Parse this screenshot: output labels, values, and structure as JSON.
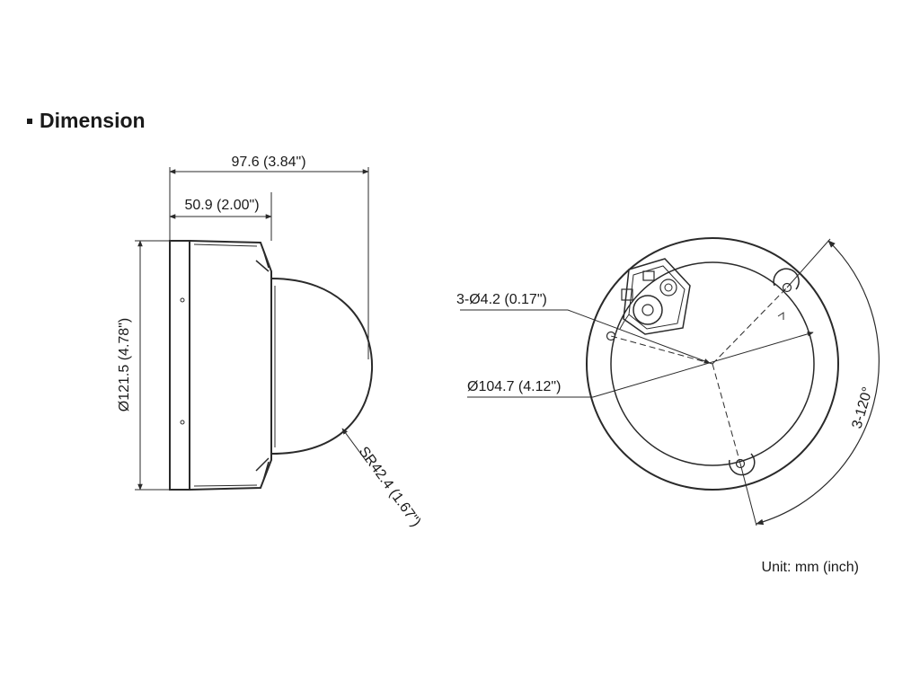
{
  "section": {
    "title": "Dimension"
  },
  "side_view": {
    "overall_depth": "97.6 (3.84\")",
    "base_depth": "50.9 (2.00\")",
    "diameter": "Ø121.5 (4.78\")",
    "dome_radius": "SR42.4 (1.67\")"
  },
  "bottom_view": {
    "mount_holes": "3-Ø4.2 (0.17\")",
    "hole_circle": "Ø104.7 (4.12\")",
    "hole_angle": "3-120°"
  },
  "unit_note": "Unit: mm (inch)"
}
